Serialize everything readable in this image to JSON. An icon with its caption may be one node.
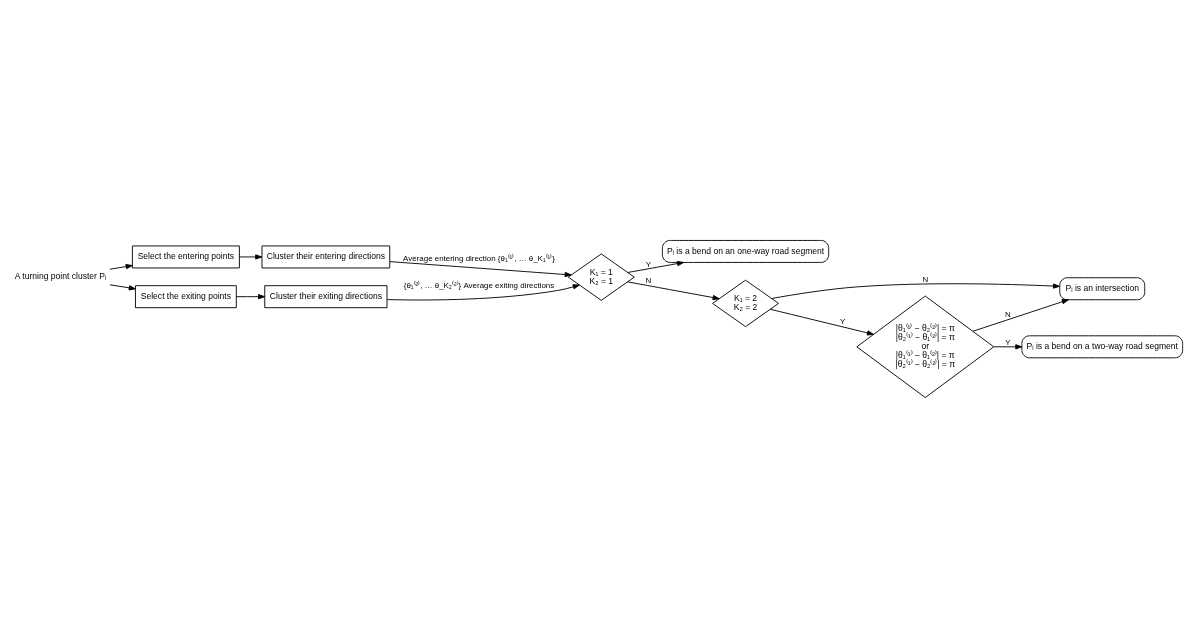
{
  "diagram": {
    "nodes": [
      {
        "text": [
          "A turning point cluster Pᵢ"
        ]
      },
      {
        "text": [
          "Select the entering points"
        ]
      },
      {
        "text": [
          "Cluster their entering directions"
        ]
      },
      {
        "text": [
          "Select the exiting points"
        ]
      },
      {
        "text": [
          "Cluster their exiting directions"
        ]
      },
      {
        "text": [
          "K₁ = 1",
          "K₂ = 1"
        ]
      },
      {
        "text": [
          "Pᵢ is a bend on an one-way road segment"
        ]
      },
      {
        "text": [
          "K₁ = 2",
          "K₂ = 2"
        ]
      },
      {
        "text": [
          "Pᵢ is an intersection"
        ]
      },
      {
        "text": [
          "|θ₁⁽¹⁾ − θ₂⁽²⁾| = π",
          "|θ₂⁽¹⁾ − θ₁⁽²⁾| = π",
          "or",
          "|θ₁⁽¹⁾ − θ₁⁽²⁾| = π",
          "|θ₂⁽¹⁾ − θ₂⁽²⁾| = π"
        ]
      },
      {
        "text": [
          "Pᵢ is a bend on a two-way road segment"
        ]
      }
    ],
    "edges": [
      {
        "from": 0,
        "to": 1,
        "arrow": "to"
      },
      {
        "from": 0,
        "to": 3,
        "arrow": "to"
      },
      {
        "from": 1,
        "to": 2,
        "arrow": "to"
      },
      {
        "from": 3,
        "to": 4,
        "arrow": "to"
      },
      {
        "from": 2,
        "to": 5,
        "arrow": "to",
        "label": "Average entering direction {θ₁⁽¹⁾, … θ_K₁⁽¹⁾}"
      },
      {
        "from": 4,
        "to": 5,
        "arrow": "to",
        "label": "{θ₁⁽²⁾, … θ_K₂⁽²⁾} Average exiting directions"
      },
      {
        "from": 5,
        "to": 6,
        "arrow": "to",
        "label": "Y"
      },
      {
        "from": 5,
        "to": 7,
        "arrow": "to",
        "label": "N"
      },
      {
        "from": 7,
        "to": 8,
        "arrow": "to",
        "label": "N"
      },
      {
        "from": 7,
        "to": 9,
        "arrow": "to",
        "label": "Y"
      },
      {
        "from": 9,
        "to": 8,
        "arrow": "to",
        "label": "N"
      },
      {
        "from": 9,
        "to": 10,
        "arrow": "to",
        "label": "Y"
      }
    ]
  }
}
